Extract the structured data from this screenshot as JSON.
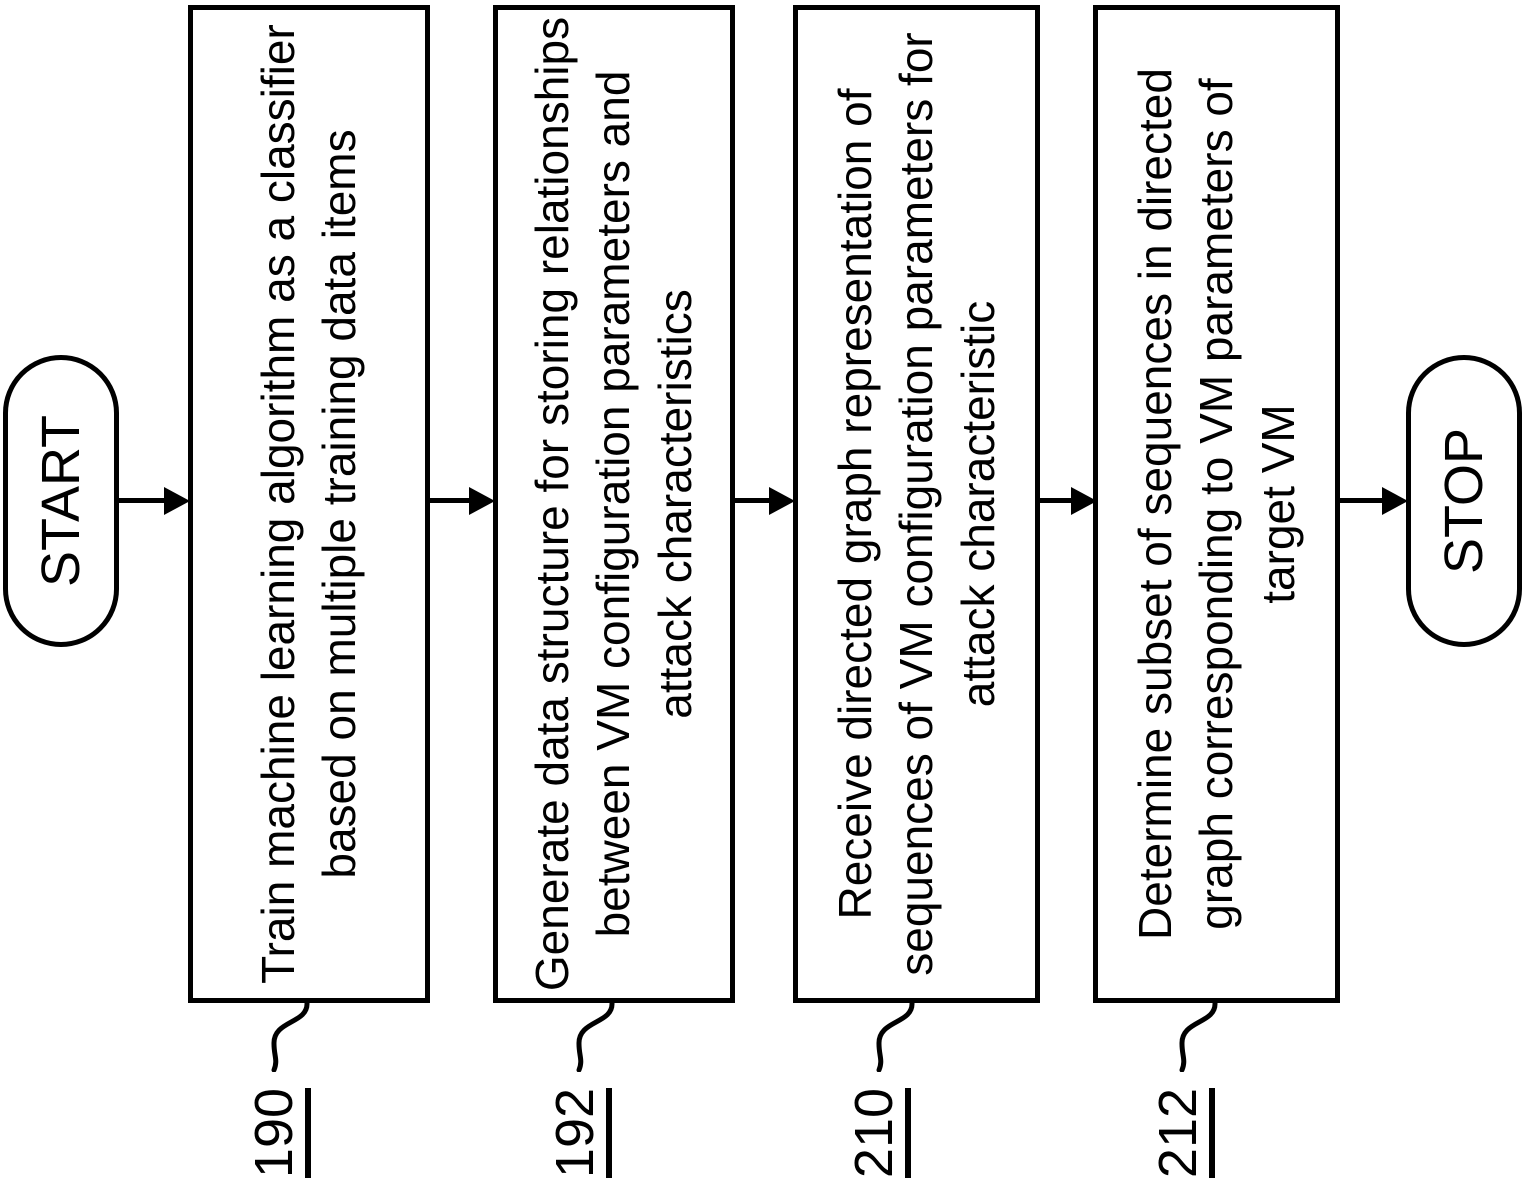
{
  "figure": {
    "type": "flowchart",
    "orientation": "rotated-90-ccw",
    "start_label": "START",
    "stop_label": "STOP",
    "steps": [
      {
        "text": "Train machine learning algorithm as a classifier based on multiple training data items",
        "ref": "190"
      },
      {
        "text": "Generate data structure for storing relationships between VM configuration parameters and attack characteristics",
        "ref": "192"
      },
      {
        "text": "Receive directed graph representation of sequences of VM configuration parameters for attack characteristic",
        "ref": "210"
      },
      {
        "text": "Determine subset of sequences in directed graph corresponding to VM parameters of target VM",
        "ref": "212"
      }
    ],
    "colors": {
      "line": "#000000",
      "background": "#ffffff"
    }
  }
}
